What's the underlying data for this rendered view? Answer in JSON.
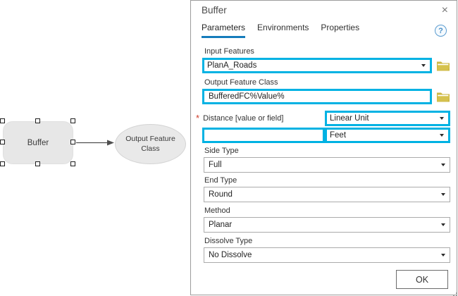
{
  "colors": {
    "highlight": "#00B2E3",
    "tab_underline": "#157CBB",
    "required_mark": "#CE3B28",
    "folder_gold": "#CDB844"
  },
  "diagram": {
    "tool_node_label": "Buffer",
    "output_node_label": "Output Feature Class"
  },
  "panel": {
    "title": "Buffer",
    "close_glyph": "×",
    "help_glyph": "?",
    "tabs": [
      "Parameters",
      "Environments",
      "Properties"
    ],
    "fields": {
      "input_features": {
        "label": "Input Features",
        "value": "PlanA_Roads"
      },
      "output_feature_class": {
        "label": "Output Feature Class",
        "value": "BufferedFC%Value%"
      },
      "distance": {
        "required_mark": "*",
        "label": "Distance [value or field]",
        "type_value": "Linear Unit",
        "value": "",
        "unit_value": "Feet"
      },
      "side_type": {
        "label": "Side Type",
        "value": "Full"
      },
      "end_type": {
        "label": "End Type",
        "value": "Round"
      },
      "method": {
        "label": "Method",
        "value": "Planar"
      },
      "dissolve_type": {
        "label": "Dissolve Type",
        "value": "No Dissolve"
      }
    },
    "ok_label": "OK"
  }
}
